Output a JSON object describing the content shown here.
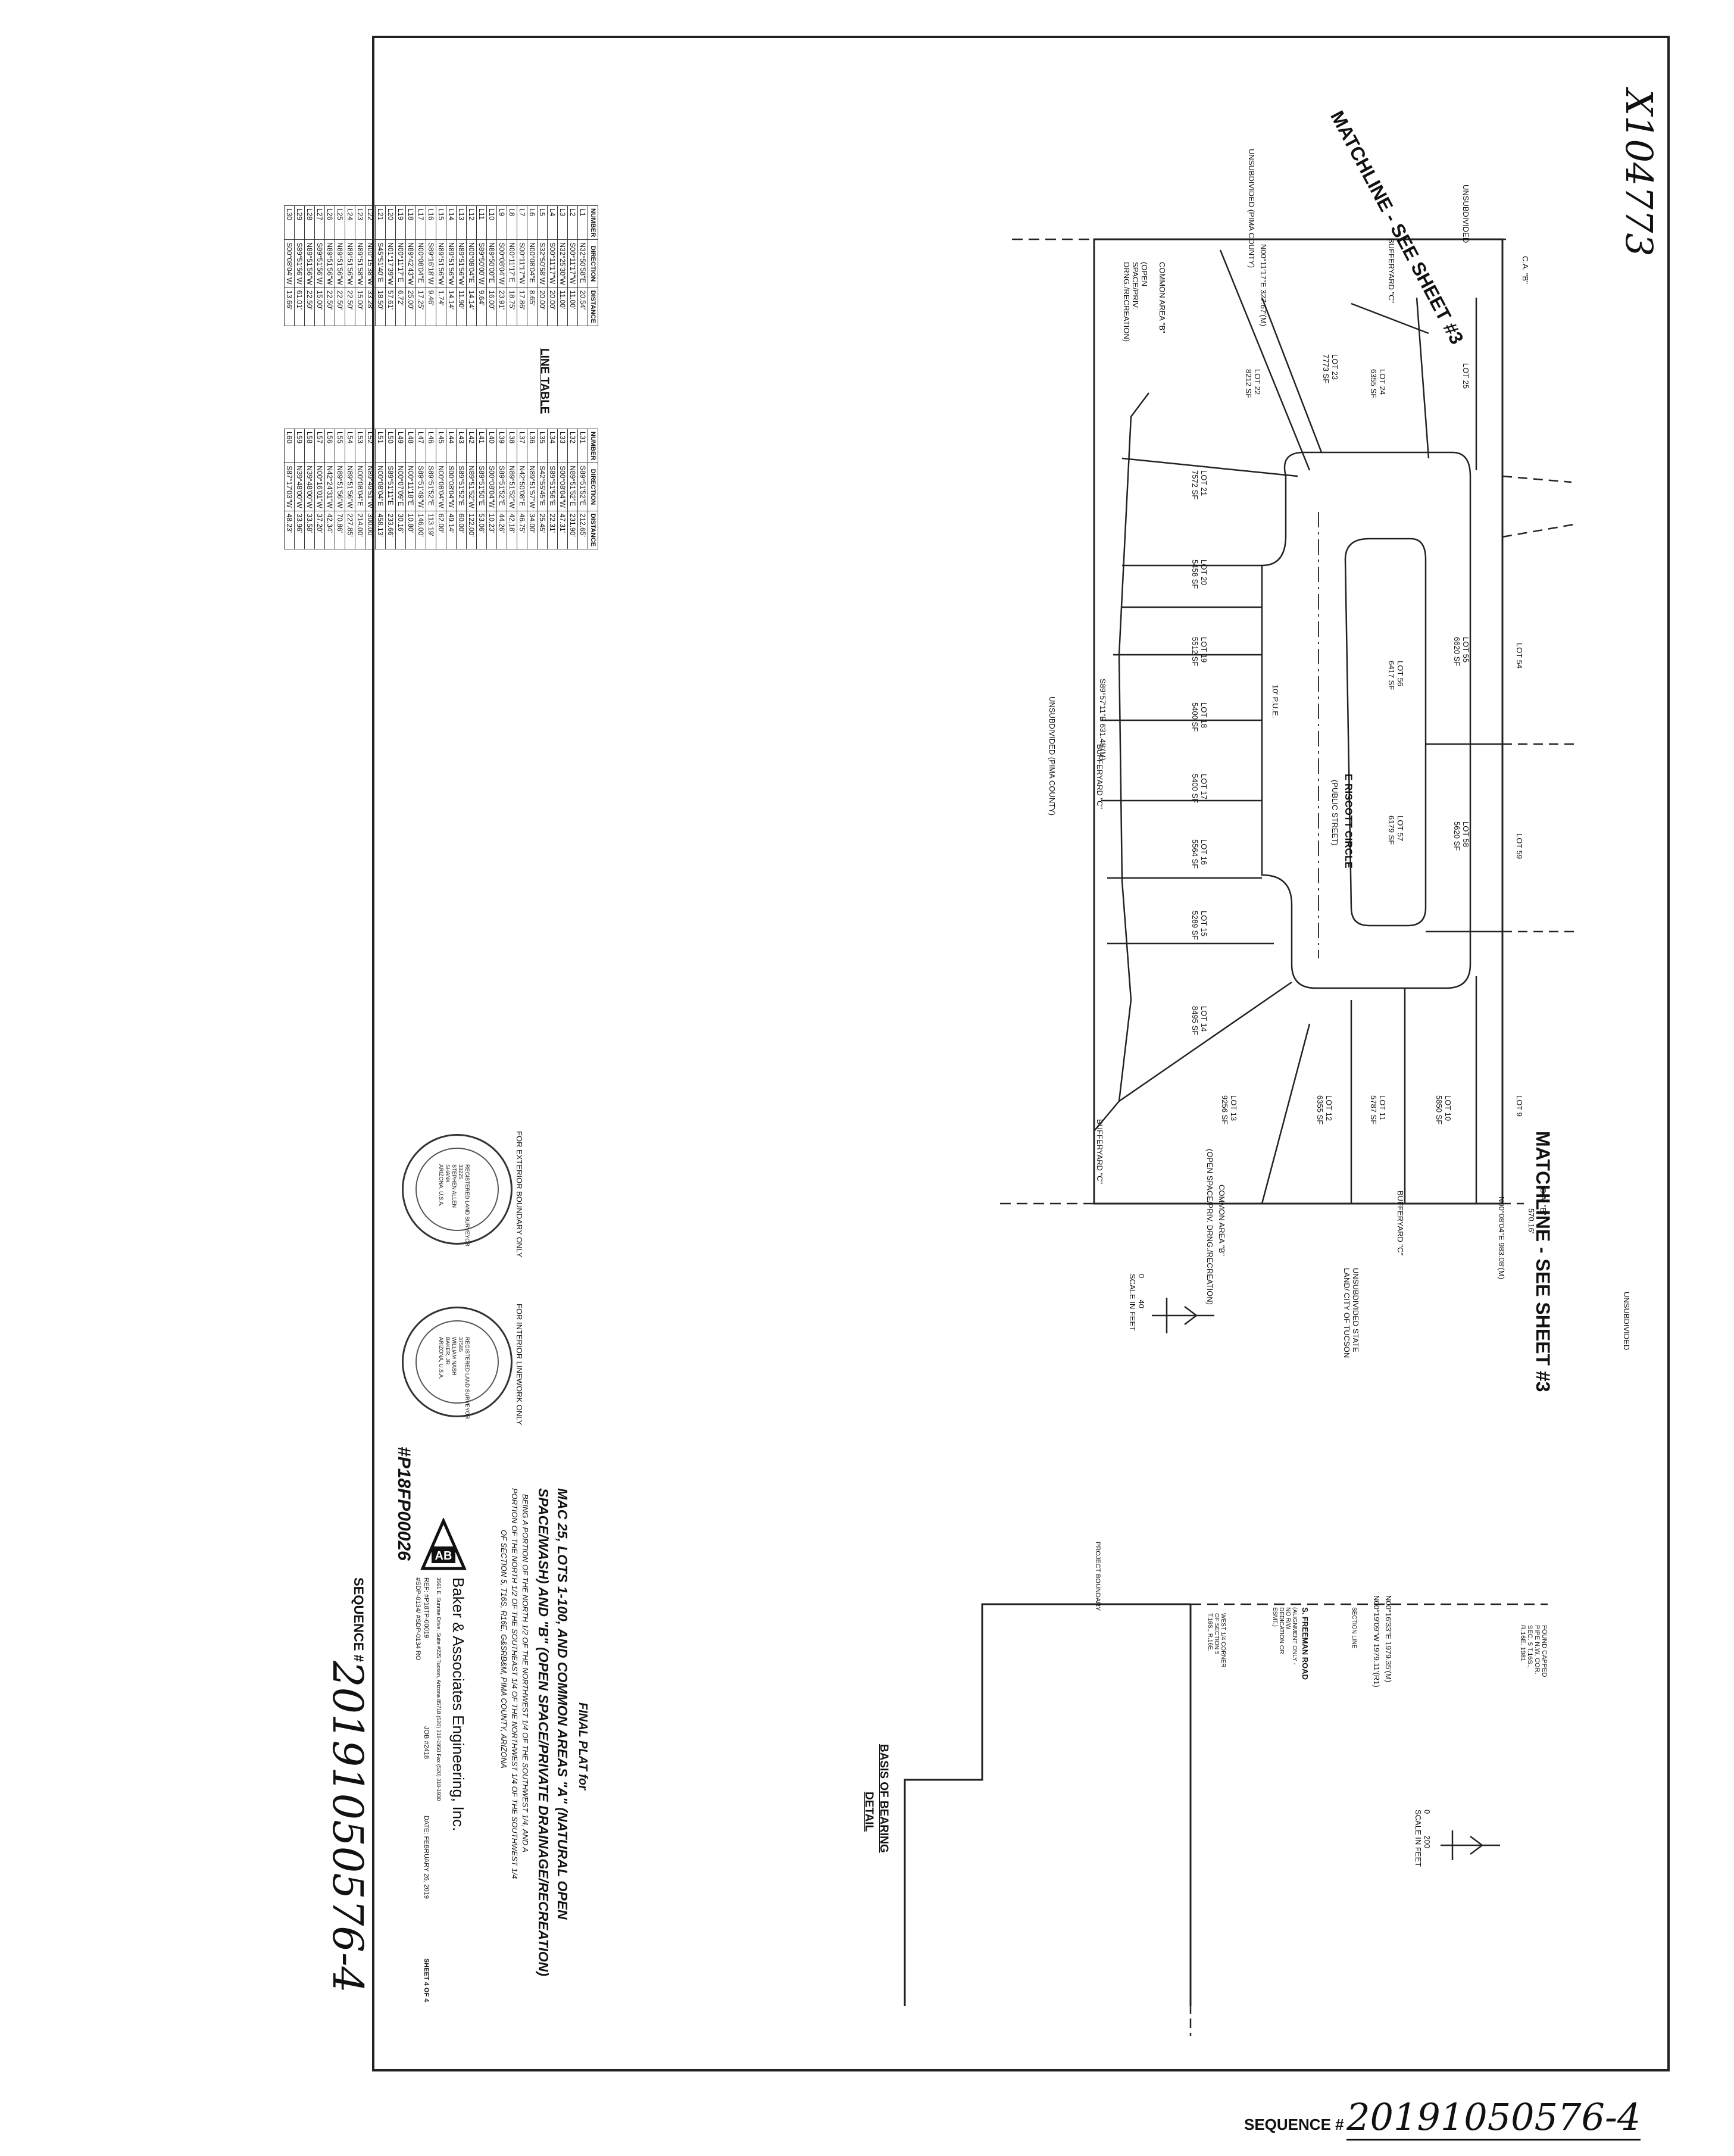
{
  "header": {
    "handwritten_id": "X104773"
  },
  "plat": {
    "matchline_top": "MATCHLINE - SEE SHEET #3",
    "matchline_bottom": "MATCHLINE - SEE SHEET #3",
    "unsubdivided_top": "UNSUBDIVIDED",
    "unsubdivided_pima_1": "UNSUBDIVIDED (PIMA COUNTY)",
    "unsubdivided_pima_2": "UNSUBDIVIDED (PIMA COUNTY)",
    "unsubdivided_state": "UNSUBDIVIDED STATE LAND/ CITY OF TUCSON",
    "unsubdivided_right": "UNSUBDIVIDED",
    "street_name": "E RISCOTT CIRCLE",
    "street_sub": "(PUBLIC STREET)",
    "bearing_top": "N00°11'17\"E 327.67'(M)",
    "bearing_bottom": "N00°08'04\"E 983.08'(M)",
    "bearing_bottom_dist": "570.16'",
    "bearing_west": "S89°57'11\"E 631.48'(M)",
    "bufferyard_c": "BUFFERYARD \"C\"",
    "common_area_b": "COMMON AREA \"B\"",
    "common_area_b_sub": "(OPEN SPACE/PRIV. DRNG./RECREATION)",
    "ca_b": "C.A. \"B\"",
    "pue": "10' P.U.E.",
    "lots": [
      {
        "num": "LOT 25",
        "area": ""
      },
      {
        "num": "LOT 24",
        "area": "6355 SF"
      },
      {
        "num": "LOT 23",
        "area": "7773 SF"
      },
      {
        "num": "LOT 22",
        "area": "8212 SF"
      },
      {
        "num": "LOT 21",
        "area": "7572 SF"
      },
      {
        "num": "LOT 20",
        "area": "5458 SF"
      },
      {
        "num": "LOT 19",
        "area": "5512 SF"
      },
      {
        "num": "LOT 18",
        "area": "5400 SF"
      },
      {
        "num": "LOT 17",
        "area": "5400 SF"
      },
      {
        "num": "LOT 16",
        "area": "5564 SF"
      },
      {
        "num": "LOT 15",
        "area": "5289 SF"
      },
      {
        "num": "LOT 14",
        "area": "8495 SF"
      },
      {
        "num": "LOT 13",
        "area": "9256 SF"
      },
      {
        "num": "LOT 12",
        "area": "6355 SF"
      },
      {
        "num": "LOT 11",
        "area": "5787 SF"
      },
      {
        "num": "LOT 10",
        "area": "5850 SF"
      },
      {
        "num": "LOT 9",
        "area": ""
      },
      {
        "num": "LOT 54",
        "area": ""
      },
      {
        "num": "LOT 55",
        "area": "6620 SF"
      },
      {
        "num": "LOT 56",
        "area": "6417 SF"
      },
      {
        "num": "LOT 57",
        "area": "6179 SF"
      },
      {
        "num": "LOT 58",
        "area": "5620 SF"
      },
      {
        "num": "LOT 59",
        "area": ""
      }
    ],
    "scale_text": "SCALE IN FEET",
    "scale_values": [
      "0",
      "40"
    ]
  },
  "line_table": {
    "title": "LINE TABLE",
    "headers": [
      "NUMBER",
      "DIRECTION",
      "DISTANCE"
    ],
    "left": [
      [
        "L1",
        "N32°50'58\"E",
        "20.54'"
      ],
      [
        "L2",
        "S00°11'17\"W",
        "11.00'"
      ],
      [
        "L3",
        "N32°25'30\"W",
        "11.00'"
      ],
      [
        "L4",
        "S00°11'17\"W",
        "20.00'"
      ],
      [
        "L5",
        "S32°50'58\"W",
        "20.00'"
      ],
      [
        "L6",
        "N00°08'04\"E",
        "8.65'"
      ],
      [
        "L7",
        "S00°11'17\"W",
        "17.86'"
      ],
      [
        "L8",
        "N00°11'17\"E",
        "18.75'"
      ],
      [
        "L9",
        "S00°08'04\"W",
        "23.91'"
      ],
      [
        "L10",
        "N89°50'00\"E",
        "16.00'"
      ],
      [
        "L11",
        "S89°50'00\"W",
        "9.64'"
      ],
      [
        "L12",
        "N00°08'04\"E",
        "14.14'"
      ],
      [
        "L13",
        "N89°51'56\"W",
        "11.90'"
      ],
      [
        "L14",
        "N89°51'56\"W",
        "14.14'"
      ],
      [
        "L15",
        "N89°51'56\"W",
        "1.74'"
      ],
      [
        "L16",
        "S89°16'18\"W",
        "9.46'"
      ],
      [
        "L17",
        "N00°08'04\"E",
        "17.25'"
      ],
      [
        "L18",
        "N89°42'43\"W",
        "25.00'"
      ],
      [
        "L19",
        "N00°11'17\"E",
        "6.72'"
      ],
      [
        "L20",
        "N01°17'39\"W",
        "57.61'"
      ],
      [
        "L21",
        "S45°51'40\"E",
        "18.50'"
      ],
      [
        "L22",
        "N00°15'38\"W",
        "33.28'"
      ],
      [
        "L23",
        "N89°51'58\"W",
        "15.00'"
      ],
      [
        "L24",
        "N89°51'56\"W",
        "22.50'"
      ],
      [
        "L25",
        "N89°51'56\"W",
        "22.50'"
      ],
      [
        "L26",
        "N89°51'56\"W",
        "22.50'"
      ],
      [
        "L27",
        "S89°51'56\"W",
        "15.00'"
      ],
      [
        "L28",
        "N89°51'56\"W",
        "22.50'"
      ],
      [
        "L29",
        "S89°51'56\"W",
        "61.01'"
      ],
      [
        "L30",
        "S00°08'04\"W",
        "13.66'"
      ]
    ],
    "right": [
      [
        "L31",
        "S89°51'52\"E",
        "212.65'"
      ],
      [
        "L32",
        "N89°51'52\"E",
        "231.90'"
      ],
      [
        "L33",
        "S00°08'04\"W",
        "47.31'"
      ],
      [
        "L34",
        "S89°51'56\"E",
        "22.31'"
      ],
      [
        "L35",
        "S42°55'45\"E",
        "25.45'"
      ],
      [
        "L36",
        "N89°51'57\"W",
        "34.00'"
      ],
      [
        "L37",
        "N42°50'08\"E",
        "46.75'"
      ],
      [
        "L38",
        "N89°51'52\"W",
        "42.18'"
      ],
      [
        "L39",
        "S89°51'52\"E",
        "44.26'"
      ],
      [
        "L40",
        "S00°08'04\"W",
        "10.23'"
      ],
      [
        "L41",
        "S89°51'50\"E",
        "53.06'"
      ],
      [
        "L42",
        "N89°51'52\"W",
        "122.00'"
      ],
      [
        "L43",
        "S89°51'52\"E",
        "60.00'"
      ],
      [
        "L44",
        "S00°08'04\"W",
        "49.14'"
      ],
      [
        "L45",
        "N00°08'04\"W",
        "62.00'"
      ],
      [
        "L46",
        "S89°51'52\"E",
        "113.19'"
      ],
      [
        "L47",
        "S89°51'49\"W",
        "146.00'"
      ],
      [
        "L48",
        "N00°11'18\"E",
        "10.80'"
      ],
      [
        "L49",
        "N00°07'09\"E",
        "30.16'"
      ],
      [
        "L50",
        "S89°51'11\"E",
        "233.66'"
      ],
      [
        "L51",
        "N00°08'04\"E",
        "458.13'"
      ],
      [
        "L52",
        "N89°49'51\"W",
        "300.00'"
      ],
      [
        "L53",
        "N00°08'04\"E",
        "214.00'"
      ],
      [
        "L54",
        "N89°51'56\"W",
        "227.85'"
      ],
      [
        "L55",
        "N89°51'56\"W",
        "70.86'"
      ],
      [
        "L56",
        "N42°24'31\"W",
        "42.34'"
      ],
      [
        "L57",
        "N00°16'01\"W",
        "37.20'"
      ],
      [
        "L58",
        "N39°48'00\"W",
        "33.58'"
      ],
      [
        "L59",
        "N39°48'00\"W",
        "33.96'"
      ],
      [
        "L60",
        "S87°17'03\"W",
        "48.23'"
      ]
    ]
  },
  "stamps": {
    "left_note": "FOR EXTERIOR BOUNDARY ONLY",
    "left_stamp": [
      "REGISTERED LAND SURVEYOR",
      "33225",
      "STEPHEN ALLEN",
      "SHANK",
      "ARIZONA, U.S.A."
    ],
    "right_note": "FOR INTERIOR LINEWORK ONLY",
    "right_stamp": [
      "REGISTERED LAND SURVEYOR",
      "37585",
      "WILLIAM NASH",
      "BAKER, JR.",
      "ARIZONA, U.S.A."
    ]
  },
  "title_block": {
    "plat_label": "FINAL PLAT for",
    "plat_title_1": "MAC 25, LOTS 1-100, AND COMMON AREAS \"A\" (NATURAL OPEN",
    "plat_title_2": "SPACE/WASH) AND \"B\" (OPEN SPACE/PRIVATE DRAINAGE/RECREATION)",
    "desc_1": "BEING A PORTION OF THE NORTH 1/2 OF THE NORTHWEST 1/4 OF THE SOUTHWEST 1/4, AND A",
    "desc_2": "PORTION OF THE NORTH 1/2 OF THE SOUTHEAST 1/4 OF THE NORTHWEST 1/4 OF THE SOUTHWEST 1/4",
    "desc_3": "OF SECTION 5, T16S, R16E, G&SRB&M, PIMA COUNTY, ARIZONA",
    "company": "Baker & Associates Engineering, Inc.",
    "company_addr": "3561 E. Sunrise Drive, Suite #225  Tucson, Arizona 85718  (520) 318-1950  Fax (520) 318-1930",
    "ref": "REF: #P18TP-00019",
    "ref2": "#SDP-0134/ #SDP-0134 RO",
    "job": "JOB #2418",
    "date": "DATE: FEBRUARY 26, 2019",
    "sheet": "SHEET 4 OF 4",
    "permit": "#P18FP00026",
    "sequence_label": "SEQUENCE #",
    "sequence_number": "20191050576-4"
  },
  "basis_detail": {
    "title": "BASIS OF BEARING",
    "subtitle": "DETAIL",
    "bearing_1": "N00°16'33\"E 1979.35'(M)",
    "bearing_2": "N00°19'09\"W 1979.11'(R1)",
    "corner_top": "FOUND CAPPED PIPE N.W. COR. SEC. 5 T.16S., R.16E. 1981",
    "road": "S. FREEMAN ROAD",
    "road_sub": "(ALIGNMENT ONLY - NO R/W DEDICATION OR ESMT.)",
    "corner_bottom": "WEST 1/4 CORNER OF SECTION 5 T.16S., R.16E.",
    "section_line": "SECTION LINE",
    "project_boundary": "PROJECT BOUNDARY",
    "scale_text": "SCALE IN FEET",
    "scale_values": [
      "0",
      "200"
    ]
  },
  "footer": {
    "sequence_label": "SEQUENCE #",
    "sequence_number": "20191050576-4"
  }
}
